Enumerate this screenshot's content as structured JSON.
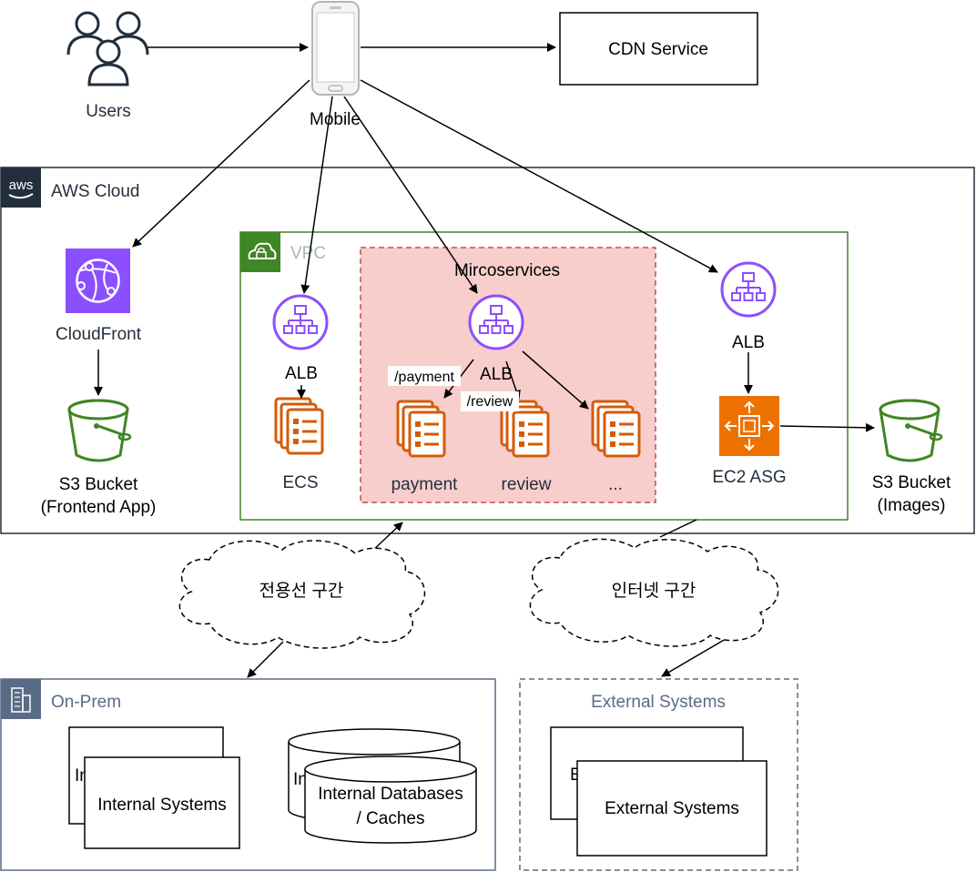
{
  "nodes": {
    "users": "Users",
    "mobile": "Mobile",
    "cdn": "CDN Service",
    "aws_cloud": "AWS Cloud",
    "aws_logo_text": "aws",
    "cloudfront": "CloudFront",
    "s3_frontend_line1": "S3 Bucket",
    "s3_frontend_line2": "(Frontend App)",
    "vpc": "VPC",
    "alb_ecs": "ALB",
    "ecs": "ECS",
    "microservices": "Mircoservices",
    "alb_micro": "ALB",
    "route_payment": "/payment",
    "route_review": "/review",
    "svc_payment": "payment",
    "svc_review": "review",
    "svc_more": "...",
    "alb_ec2": "ALB",
    "ec2_asg": "EC2 ASG",
    "s3_images_line1": "S3 Bucket",
    "s3_images_line2": "(Images)",
    "cloud_private": "전용선 구간",
    "cloud_internet": "인터넷 구간",
    "onprem": "On-Prem",
    "internal_systems": "Internal Systems",
    "internal_systems_back": "In",
    "internal_db_line1": "Internal Databases",
    "internal_db_line2": "/ Caches",
    "internal_db_back": "In",
    "external_group": "External Systems",
    "external_systems": "External Systems",
    "external_systems_back": "E"
  },
  "colors": {
    "line": "#000000",
    "aws_border": "#232f3e",
    "vpc_green": "#3f8624",
    "elb_purple": "#8c4fff",
    "cloudfront_purple": "#8c4fff",
    "ecs_orange": "#d45b07",
    "ec2_orange": "#ed7100",
    "s3_green": "#3f8624",
    "micro_fill": "#f8cecc",
    "micro_border": "#b85450",
    "group_gray": "#5a6b86",
    "text_blue": "#232f3e"
  },
  "icons": {
    "users": "users-icon",
    "mobile": "mobile-phone-icon",
    "cloudfront": "cloudfront-icon",
    "alb": "application-load-balancer-icon",
    "ecs": "ecs-container-icon",
    "ec2": "ec2-chip-icon",
    "s3": "s3-bucket-icon",
    "vpc": "vpc-lock-icon",
    "onprem": "building-icon",
    "aws": "aws-logo-icon"
  }
}
